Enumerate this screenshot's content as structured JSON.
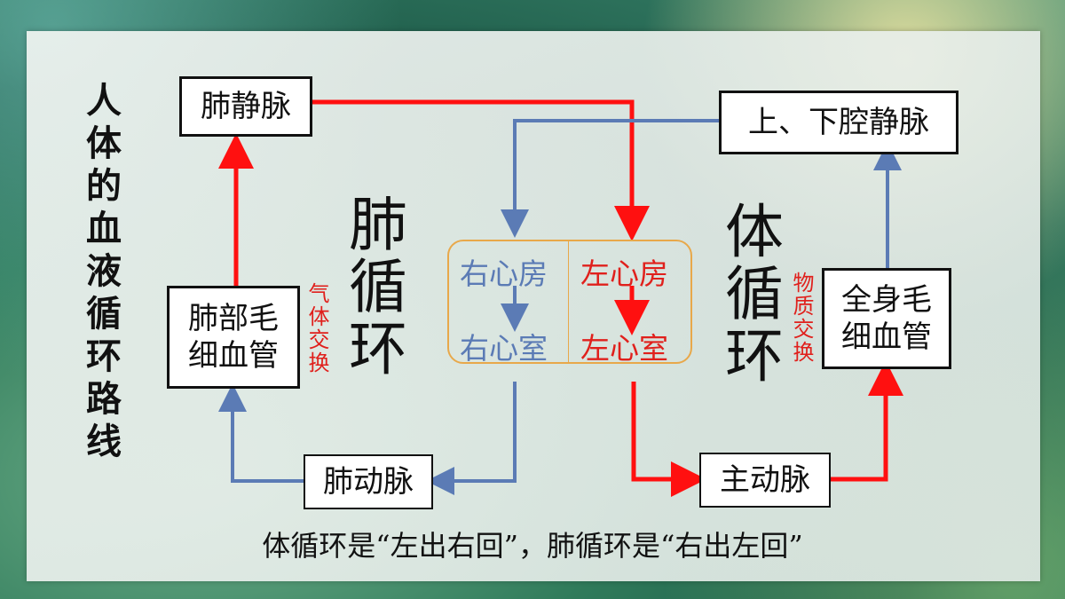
{
  "title": "人体的血液循环路线",
  "boxes": {
    "pulmonary_vein": "肺静脉",
    "vena_cava": "上、下腔静脉",
    "lung_capillary_line1": "肺部毛",
    "lung_capillary_line2": "细血管",
    "body_capillary_line1": "全身毛",
    "body_capillary_line2": "细血管",
    "pulmonary_artery": "肺动脉",
    "aorta": "主动脉"
  },
  "heart": {
    "right_atrium": "右心房",
    "left_atrium": "左心房",
    "right_ventricle": "右心室",
    "left_ventricle": "左心室"
  },
  "circulation_labels": {
    "pulmonary": "肺循环",
    "systemic": "体循环"
  },
  "exchange_labels": {
    "gas": "气体交换",
    "material": "物质交换"
  },
  "caption": "体循环是“左出右回”，肺循环是“右出左回”",
  "colors": {
    "red": "#ff1010",
    "blue": "#5b7bb5",
    "heart_border": "#e8a84a"
  }
}
